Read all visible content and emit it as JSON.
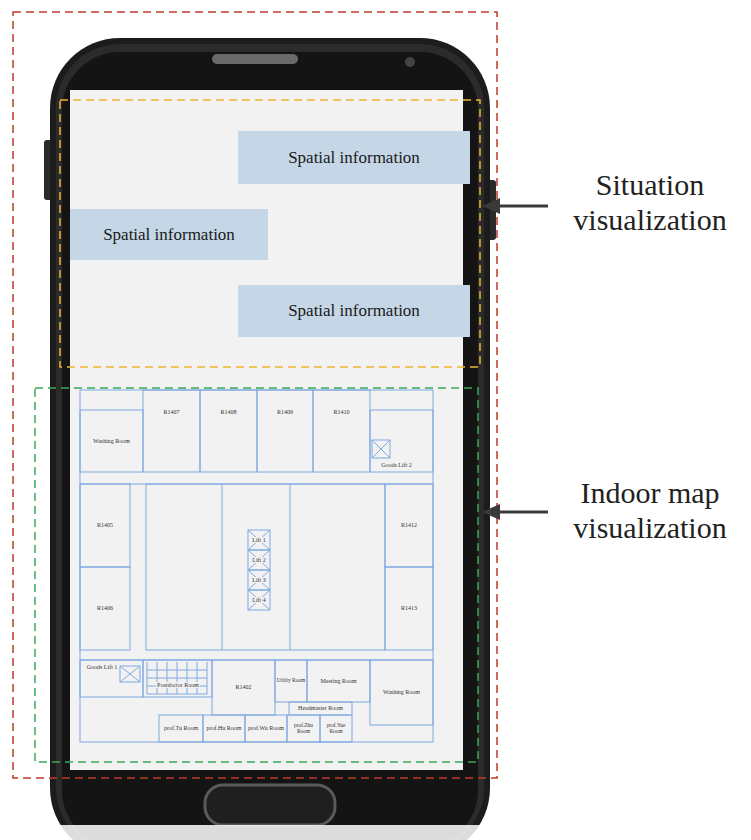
{
  "diagram": {
    "nodes": [
      {
        "text": [
          "Spatial information"
        ]
      },
      {
        "text": [
          "Spatial information"
        ]
      },
      {
        "text": [
          "Spatial information"
        ]
      },
      {
        "text": [
          "Washing Room"
        ]
      },
      {
        "text": [
          "R1407"
        ]
      },
      {
        "text": [
          "R1408"
        ]
      },
      {
        "text": [
          "R1409"
        ]
      },
      {
        "text": [
          "R1410"
        ]
      },
      {
        "text": [
          "Goods Lift 2"
        ]
      },
      {
        "text": [
          "R1405"
        ]
      },
      {
        "text": [
          "Lift 1"
        ]
      },
      {
        "text": [
          "Lift 2"
        ]
      },
      {
        "text": [
          "Lift 3"
        ]
      },
      {
        "text": [
          "Lift 4"
        ]
      },
      {
        "text": [
          "R1412"
        ]
      },
      {
        "text": [
          "R1406"
        ]
      },
      {
        "text": [
          "R1413"
        ]
      },
      {
        "text": [
          "Goods Lift 1"
        ]
      },
      {
        "text": [
          "Postdoctor Room"
        ]
      },
      {
        "text": [
          "R1402"
        ]
      },
      {
        "text": [
          "Utility Room"
        ]
      },
      {
        "text": [
          "Meeting Room"
        ]
      },
      {
        "text": [
          "Washing Room"
        ]
      },
      {
        "text": [
          "Headmaster Room"
        ]
      },
      {
        "text": [
          "prof.Tu Room"
        ]
      },
      {
        "text": [
          "prof.Hu Room"
        ]
      },
      {
        "text": [
          "prof.Wu Room"
        ]
      },
      {
        "text": [
          "prof.Zhu Room"
        ]
      },
      {
        "text": [
          "prof.Yue Room"
        ]
      }
    ],
    "labels": [
      "Situation visualization",
      "Indoor map visualization"
    ]
  }
}
